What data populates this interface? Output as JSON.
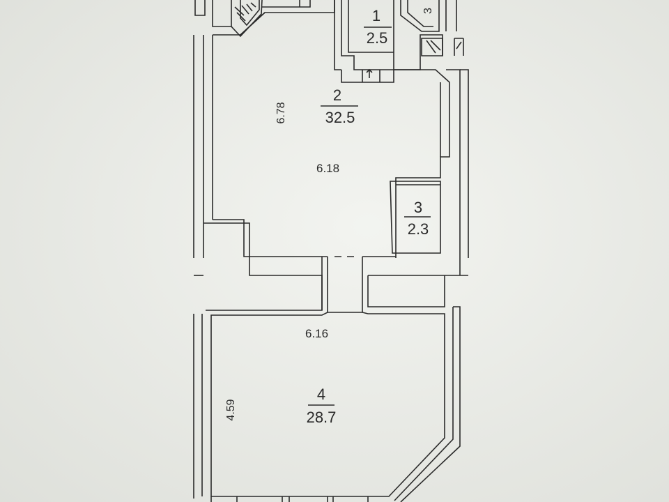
{
  "rooms": [
    {
      "number": "1",
      "area": "2.5"
    },
    {
      "number": "2",
      "area": "32.5"
    },
    {
      "number": "3",
      "area": "2.3"
    },
    {
      "number": "4",
      "area": "28.7"
    },
    {
      "number": "3",
      "area": "",
      "partial": true
    }
  ],
  "dimensions": {
    "room2_height": "6.78",
    "room2_width": "6.18",
    "room4_width": "6.16",
    "room4_height": "4.59"
  },
  "colors": {
    "paper": "#eceee8",
    "ink": "#2a2a2a"
  }
}
